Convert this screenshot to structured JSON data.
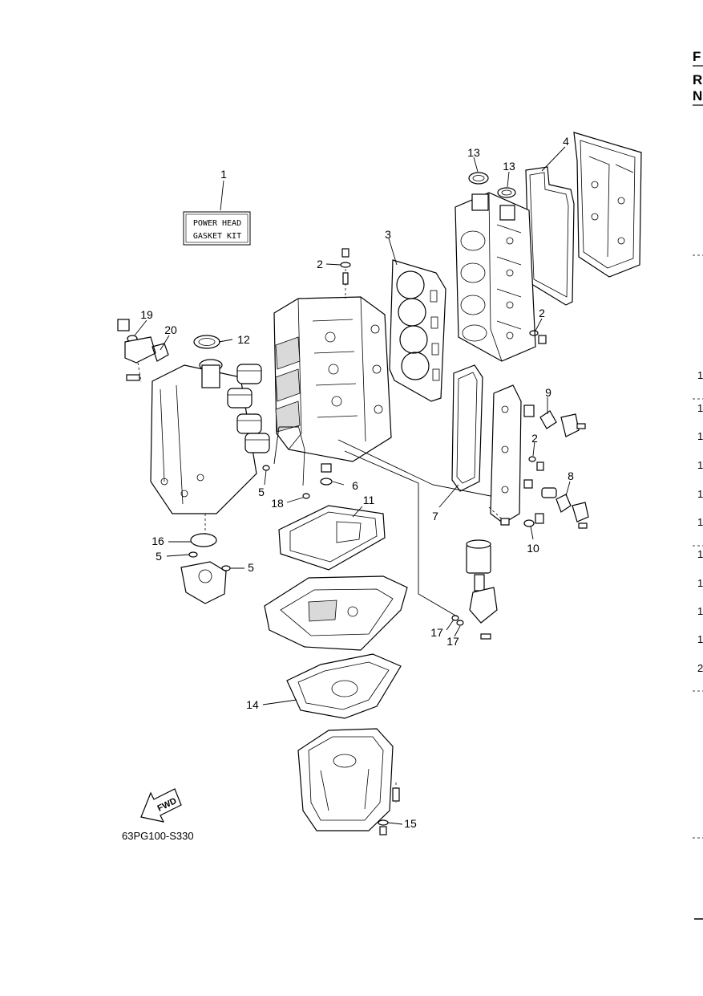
{
  "diagram": {
    "code": "63PG100-S330",
    "kit_label_line1": "POWER HEAD",
    "kit_label_line2": "GASKET KIT",
    "fwd_label": "FWD",
    "labels": {
      "p1": "1",
      "p2a": "2",
      "p2b": "2",
      "p2c": "2",
      "p3": "3",
      "p4": "4",
      "p5a": "5",
      "p5b": "5",
      "p5c": "5",
      "p6": "6",
      "p7": "7",
      "p8": "8",
      "p9": "9",
      "p10": "10",
      "p11": "11",
      "p12": "12",
      "p13a": "13",
      "p13b": "13",
      "p14": "14",
      "p15": "15",
      "p16": "16",
      "p17a": "17",
      "p17b": "17",
      "p18": "18",
      "p19": "19",
      "p20": "20"
    }
  },
  "edge": {
    "top1": "F",
    "top2": "R",
    "top3": "N",
    "items": [
      "1",
      "1",
      "1",
      "1",
      "1",
      "1",
      "1",
      "1",
      "1",
      "1",
      "2"
    ]
  }
}
